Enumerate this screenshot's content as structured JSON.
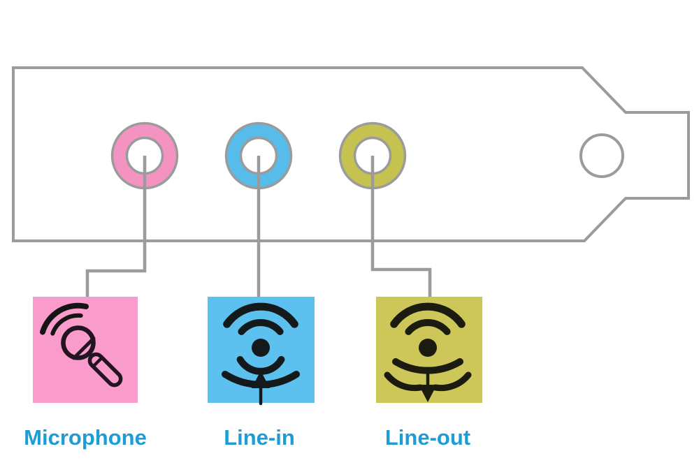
{
  "colors": {
    "outline": "#9B9B9B",
    "label_text": "#1E9CD5",
    "bracket_fill": "#FFFFFF"
  },
  "ports": [
    {
      "label": "Microphone",
      "icon": "microphone-icon",
      "jack_color": "#F493C2",
      "panel_color": "#F99CCB"
    },
    {
      "label": "Line-in",
      "icon": "line-in-icon",
      "jack_color": "#57BCEA",
      "panel_color": "#5CC1EE"
    },
    {
      "label": "Line-out",
      "icon": "line-out-icon",
      "jack_color": "#C6C250",
      "panel_color": "#CDC75A"
    }
  ]
}
